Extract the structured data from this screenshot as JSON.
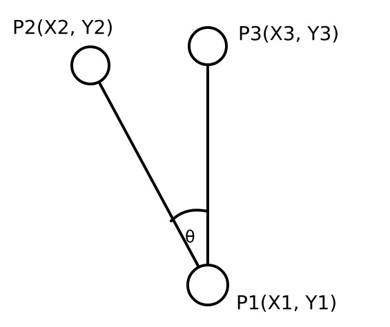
{
  "diagram": {
    "points": {
      "p1": {
        "label": "P1(X1, Y1)"
      },
      "p2": {
        "label": "P2(X2, Y2)"
      },
      "p3": {
        "label": "P3(X3, Y3)"
      }
    },
    "angle": {
      "label": "θ"
    }
  },
  "colors": {
    "stroke": "#000000",
    "point_fill": "#ffffff",
    "background": "#ffffff"
  }
}
